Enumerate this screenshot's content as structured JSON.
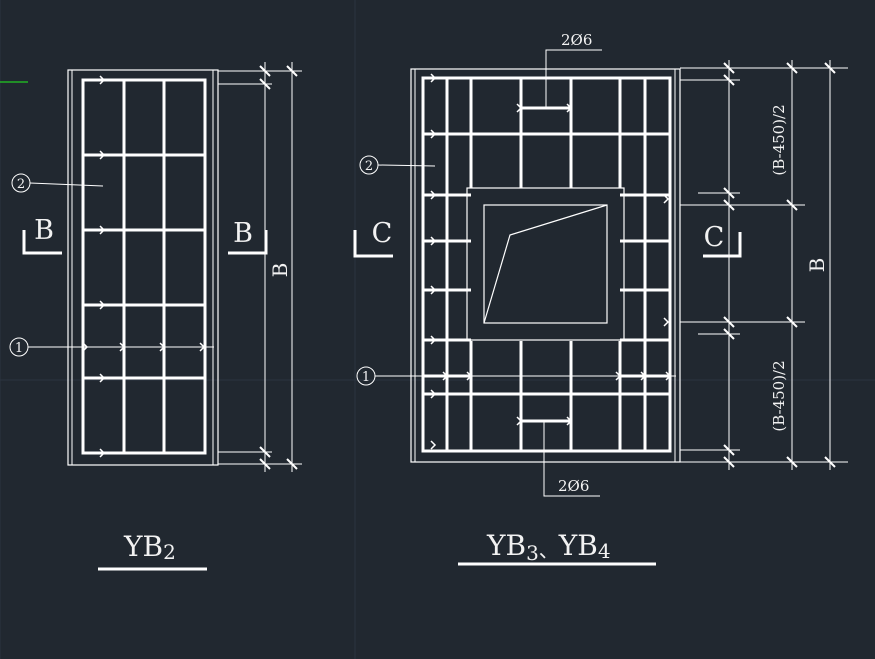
{
  "colors": {
    "background": "#212830",
    "lines": "#ffffff",
    "green_line": "#22cc22",
    "grid": "#2c3440"
  },
  "left_panel": {
    "marker_2": "2",
    "marker_1": "1",
    "section_left": "B",
    "section_right": "B",
    "dim_overall": "B",
    "title": "YB",
    "title_sub": "2"
  },
  "right_panel": {
    "marker_2": "2",
    "marker_1": "1",
    "section_left": "C",
    "section_right": "C",
    "dim_overall": "B",
    "dim_upper": "(B-450)/2",
    "dim_lower": "(B-450)/2",
    "rebar_top": "2Ø6",
    "rebar_bottom": "2Ø6",
    "title_a": "YB",
    "title_a_sub": "3",
    "title_sep": "、",
    "title_b": "YB",
    "title_b_sub": "4"
  }
}
